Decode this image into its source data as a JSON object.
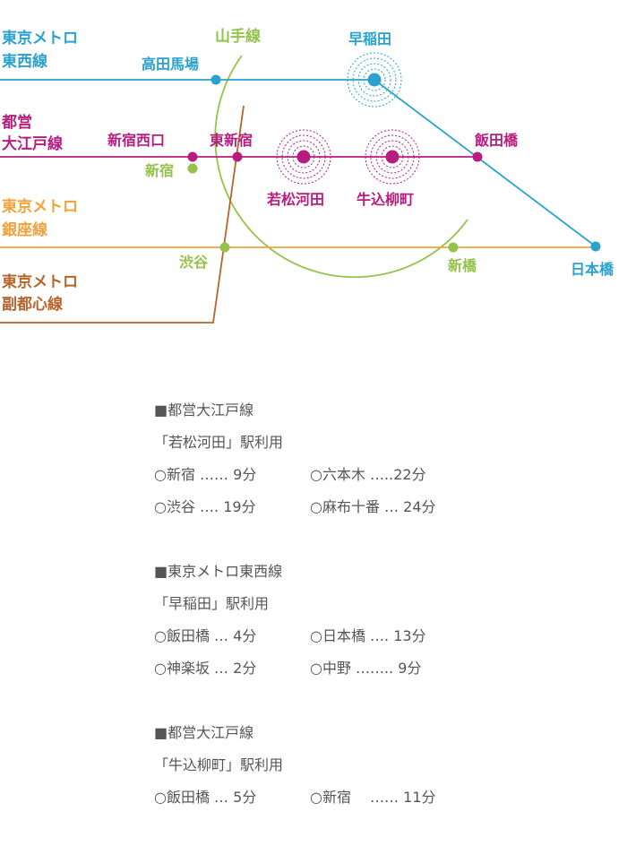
{
  "colors": {
    "tozai": "#2ba1cd",
    "oedo": "#b71d7f",
    "ginza": "#f1a23b",
    "fukutoshin": "#b5652c",
    "yamanote": "#93c34a"
  },
  "lines": {
    "tozai": [
      "東京メトロ",
      "東西線"
    ],
    "oedo": [
      "都営",
      "大江戸線"
    ],
    "ginza": [
      "東京メトロ",
      "銀座線"
    ],
    "fukutoshin": [
      "東京メトロ",
      "副都心線"
    ],
    "yamanote": "山手線"
  },
  "stations": {
    "takadanobaba": "高田馬場",
    "waseda": "早稲田",
    "shinjuku_nishiguchi": "新宿西口",
    "higashi_shinjuku": "東新宿",
    "iidabashi": "飯田橋",
    "shinjuku": "新宿",
    "wakamatsu_kawada": "若松河田",
    "ushigome_yanagicho": "牛込柳町",
    "shibuya": "渋谷",
    "shinbashi": "新橋",
    "nihonbashi": "日本橋"
  },
  "access": [
    {
      "line": "■都営大江戸線",
      "station": "「若松河田」駅利用",
      "rows": [
        [
          "○新宿 ……  9分",
          "○六本木 …..22分"
        ],
        [
          "○渋谷 …. 19分",
          "○麻布十番 … 24分"
        ]
      ]
    },
    {
      "line": "■東京メトロ東西線",
      "station": "「早稲田」駅利用",
      "rows": [
        [
          "○飯田橋 … 4分",
          "○日本橋 …. 13分"
        ],
        [
          "○神楽坂 … 2分",
          "○中野 ……..  9分"
        ]
      ]
    },
    {
      "line": "■都営大江戸線",
      "station": "「牛込柳町」駅利用",
      "rows": [
        [
          "○飯田橋 …  5分",
          "○新宿　 …… 11分"
        ]
      ]
    }
  ]
}
